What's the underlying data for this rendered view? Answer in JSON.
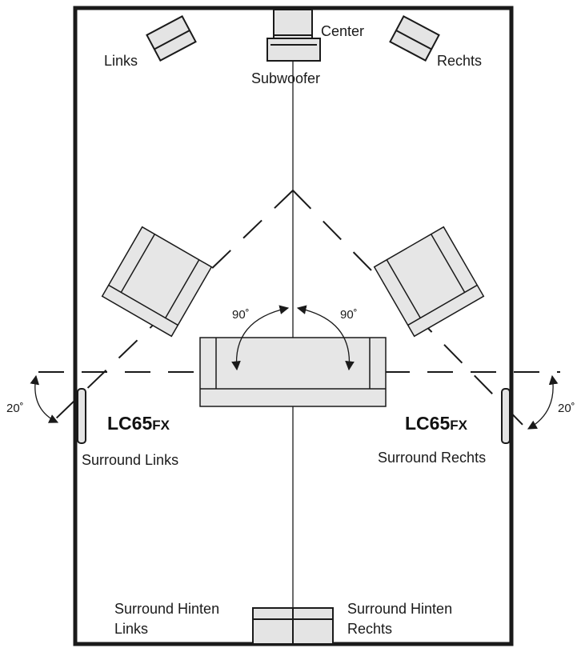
{
  "labels": {
    "front_left": "Links",
    "center": "Center",
    "front_right": "Rechts",
    "subwoofer": "Subwoofer",
    "angle_left": "90˚",
    "angle_right": "90˚",
    "tilt_left": "20˚",
    "tilt_right": "20˚",
    "model_left_main": "LC65",
    "model_left_suffix": "FX",
    "model_right_main": "LC65",
    "model_right_suffix": "FX",
    "surround_left": "Surround Links",
    "surround_right": "Surround Rechts",
    "rear_left_line1": "Surround Hinten",
    "rear_left_line2": "Links",
    "rear_right_line1": "Surround Hinten",
    "rear_right_line2": "Rechts"
  },
  "colors": {
    "line": "#1a1a1a",
    "furniture_fill": "#e6e6e6",
    "speaker_fill": "#e4e4e4",
    "background": "#ffffff"
  }
}
